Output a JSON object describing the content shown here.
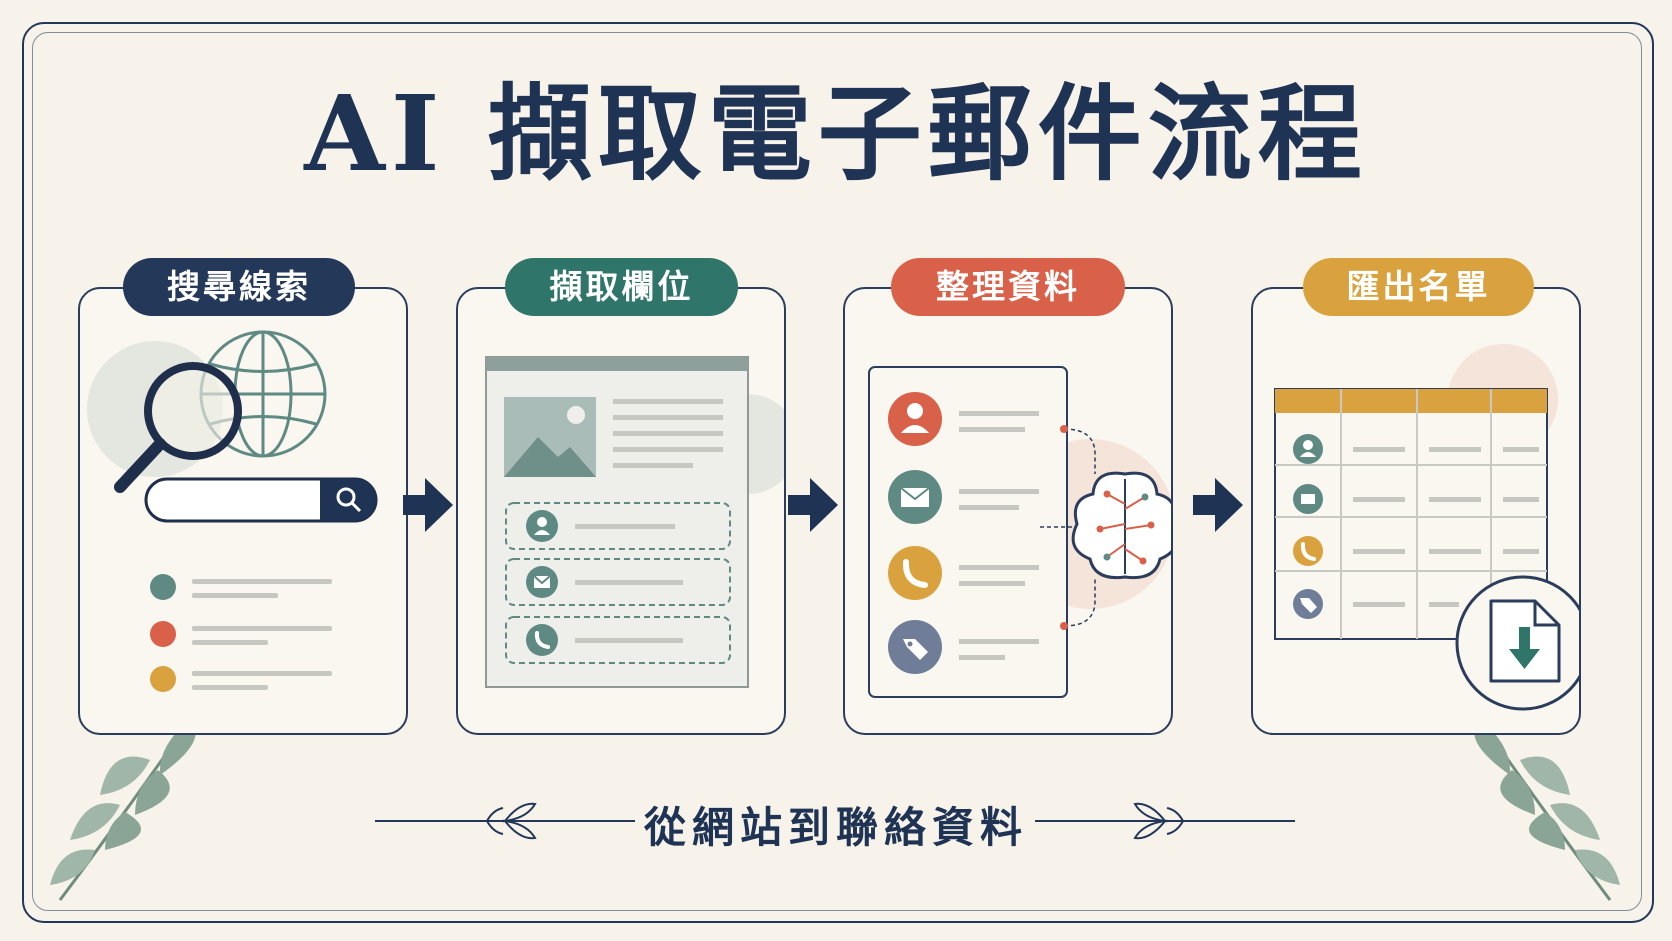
{
  "title": "AI 擷取電子郵件流程",
  "subtitle": "從網站到聯絡資料",
  "steps": [
    {
      "label": "搜尋線索",
      "color": "#24385a"
    },
    {
      "label": "擷取欄位",
      "color": "#2f7569"
    },
    {
      "label": "整理資料",
      "color": "#d9614a"
    },
    {
      "label": "匯出名單",
      "color": "#d9a23e"
    }
  ],
  "icons": {
    "step1": [
      "magnifier-icon",
      "globe-icon",
      "search-bar-icon"
    ],
    "step2": [
      "image-placeholder-icon",
      "person-icon",
      "mail-icon",
      "phone-icon"
    ],
    "step3": [
      "person-icon",
      "mail-icon",
      "phone-icon",
      "tag-icon",
      "brain-icon"
    ],
    "step4": [
      "table-icon",
      "download-file-icon"
    ]
  }
}
